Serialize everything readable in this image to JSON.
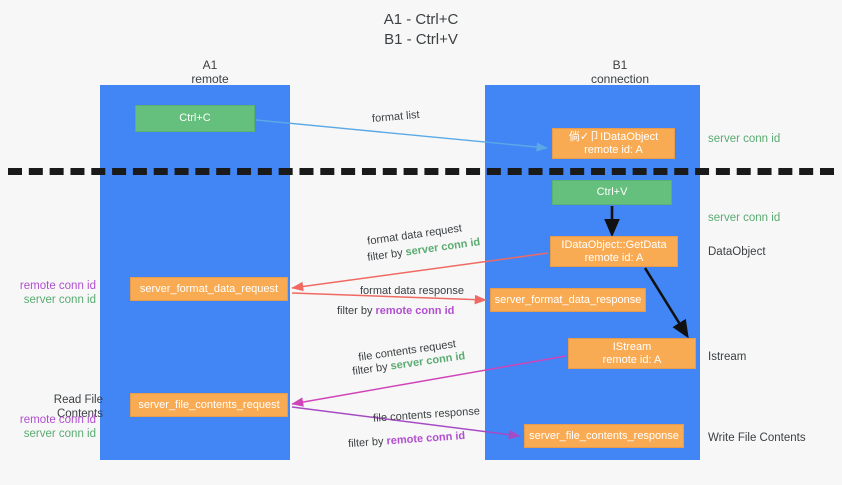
{
  "title": "A1 - Ctrl+C\nB1 - Ctrl+V",
  "columns": {
    "a1": "A1\nremote",
    "b1": "B1\nconnection"
  },
  "nodes": {
    "ctrl_c": {
      "line1": "Ctrl+C",
      "color": "#65bf7d"
    },
    "idataobject": {
      "line1": "倘✓卩IDataObject",
      "line2": "remote id: A",
      "color": "#f9ab54"
    },
    "ctrl_v": {
      "line1": "Ctrl+V",
      "color": "#65bf7d"
    },
    "getdata": {
      "line1": "IDataObject::GetData",
      "line2": "remote id: A",
      "color": "#f9ab54"
    },
    "istream": {
      "line1": "IStream",
      "line2": "remote id: A",
      "color": "#f9ab54"
    },
    "format_data_request": {
      "line1": "server_format_data_request",
      "color": "#f9ab54"
    },
    "format_data_response": {
      "line1": "server_format_data_response",
      "color": "#f9ab54"
    },
    "file_contents_request": {
      "line1": "server_file_contents_request",
      "color": "#f9ab54"
    },
    "file_contents_response": {
      "line1": "server_file_contents_response",
      "color": "#f9ab54"
    }
  },
  "side_labels": {
    "server_conn_id_top": "server conn id",
    "server_conn_id_second": "server conn id",
    "dataobject": "DataObject",
    "istream": "Istream",
    "write_file_contents": "Write File Contents",
    "read_file_contents": "Read File Contents",
    "remote_conn_id": "remote conn id",
    "server_conn_id": "server conn id"
  },
  "edges": {
    "format_list": "format list",
    "format_data_request": "format data request",
    "format_data_request_filter_prefix": "filter by ",
    "format_data_request_filter_value": "server conn id",
    "format_data_response": "format data response",
    "format_data_response_filter_prefix": "filter by ",
    "format_data_response_filter_value": "remote conn id",
    "file_contents_request": "file contents request",
    "file_contents_request_filter_prefix": "filter by ",
    "file_contents_request_filter_value": "server conn id",
    "file_contents_response": "file contents response",
    "file_contents_response_filter_prefix": "filter by ",
    "file_contents_response_filter_value": "remote conn id"
  },
  "colors": {
    "lane": "#4285f4",
    "green_node": "#65bf7d",
    "orange_node": "#f9ab54",
    "green_text": "#5aab72",
    "purple_text": "#b14fd0",
    "arrow_blue": "#5aa9e6",
    "arrow_red": "#ef6a63",
    "arrow_magenta": "#cf45b8",
    "arrow_purple": "#a64bc4",
    "arrow_black": "#111111",
    "divider": "#1a1a1a",
    "background": "#f7f7f7"
  }
}
